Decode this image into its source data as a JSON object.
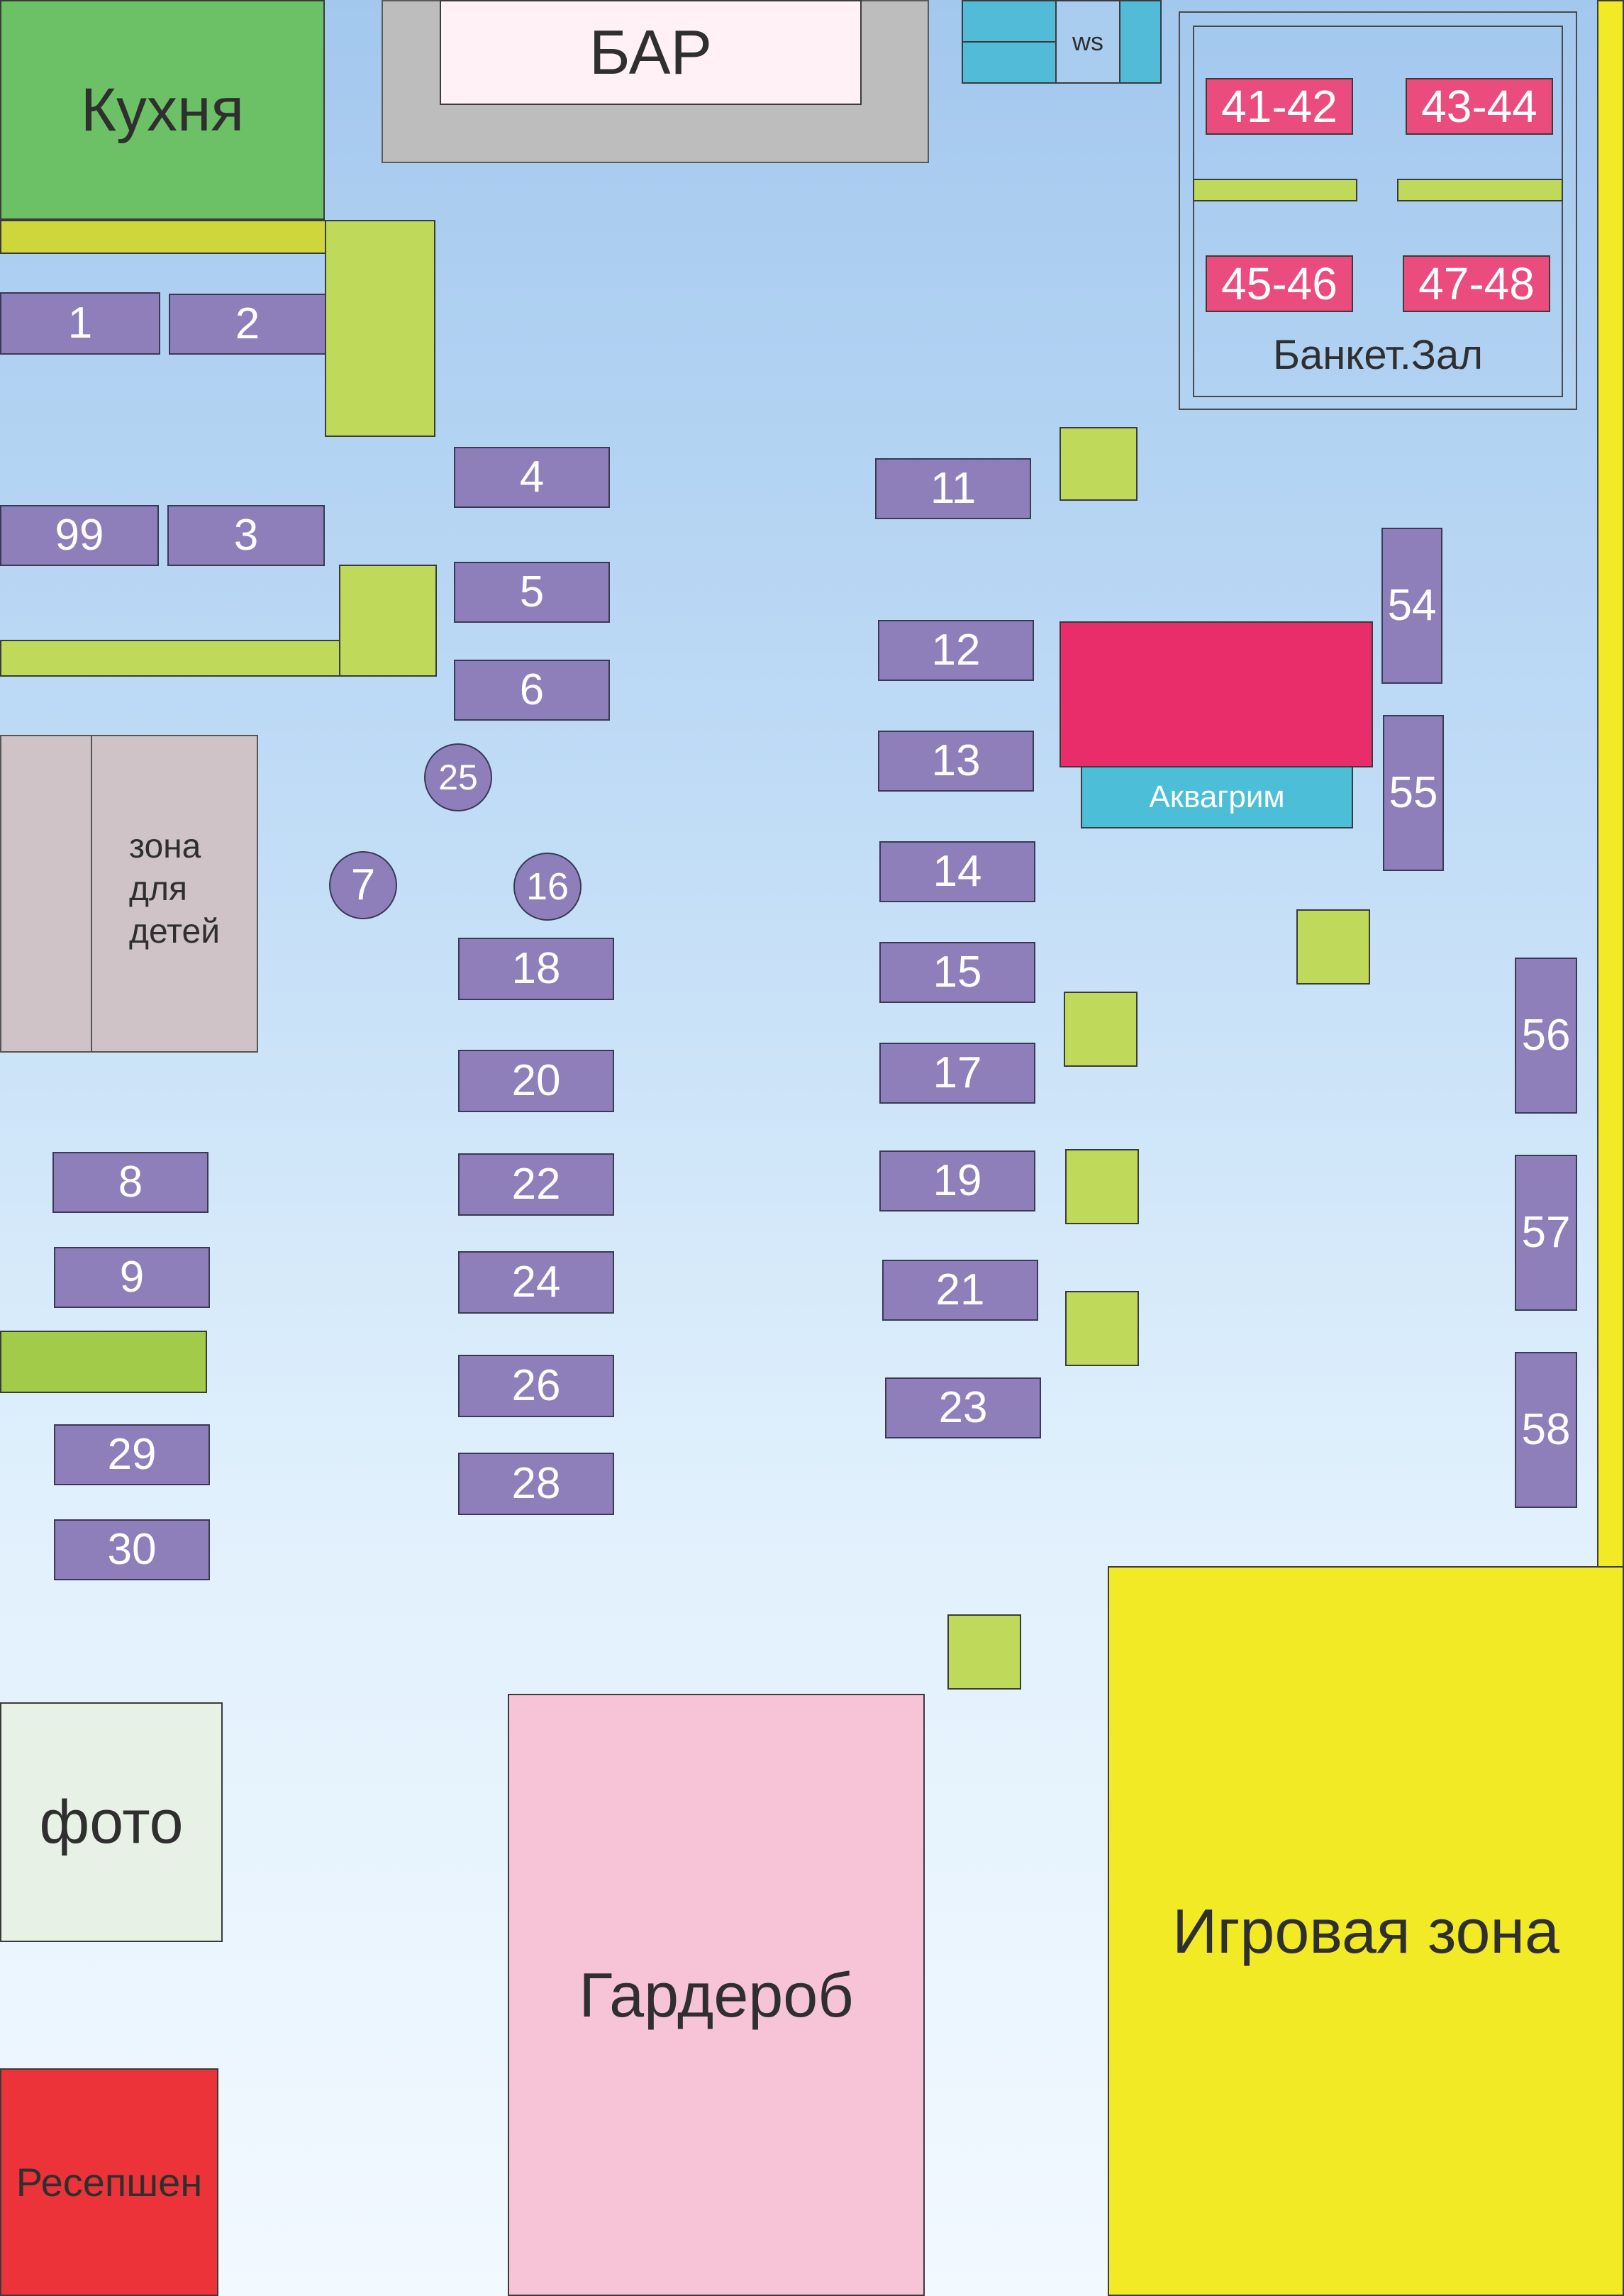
{
  "zones": {
    "kitchen": "Кухня",
    "bar": "БАР",
    "ws": "ws",
    "banquet": "Банкет.Зал",
    "kids": [
      "зона",
      "для",
      "детей"
    ],
    "face_paint": "Аквагрим",
    "photo": "фото",
    "wardrobe": "Гардероб",
    "play": "Игровая зона",
    "reception": "Ресепшен"
  },
  "banquet_tables": [
    "41-42",
    "43-44",
    "45-46",
    "47-48"
  ],
  "tables": [
    "1",
    "2",
    "99",
    "3",
    "4",
    "5",
    "6",
    "25",
    "7",
    "16",
    "18",
    "20",
    "22",
    "24",
    "26",
    "28",
    "8",
    "9",
    "29",
    "30",
    "11",
    "12",
    "13",
    "14",
    "15",
    "17",
    "19",
    "21",
    "23",
    "54",
    "55",
    "56",
    "57",
    "58"
  ],
  "colors": {
    "table": "#8e7fbb",
    "kitchen": "#6cc065",
    "bar": "#bdbdbd",
    "bar_counter": "#fff1f6",
    "ws": "#52bcd8",
    "banquet_table": "#ea4d7d",
    "green_block": "#bfd95a",
    "kids_zone": "#cfc3c7",
    "face_paint": "#4dbed8",
    "stage": "#e92d6a",
    "photo": "#e7f1e5",
    "wardrobe": "#f7c3d6",
    "play": "#f1ea24",
    "reception": "#ec3339"
  }
}
